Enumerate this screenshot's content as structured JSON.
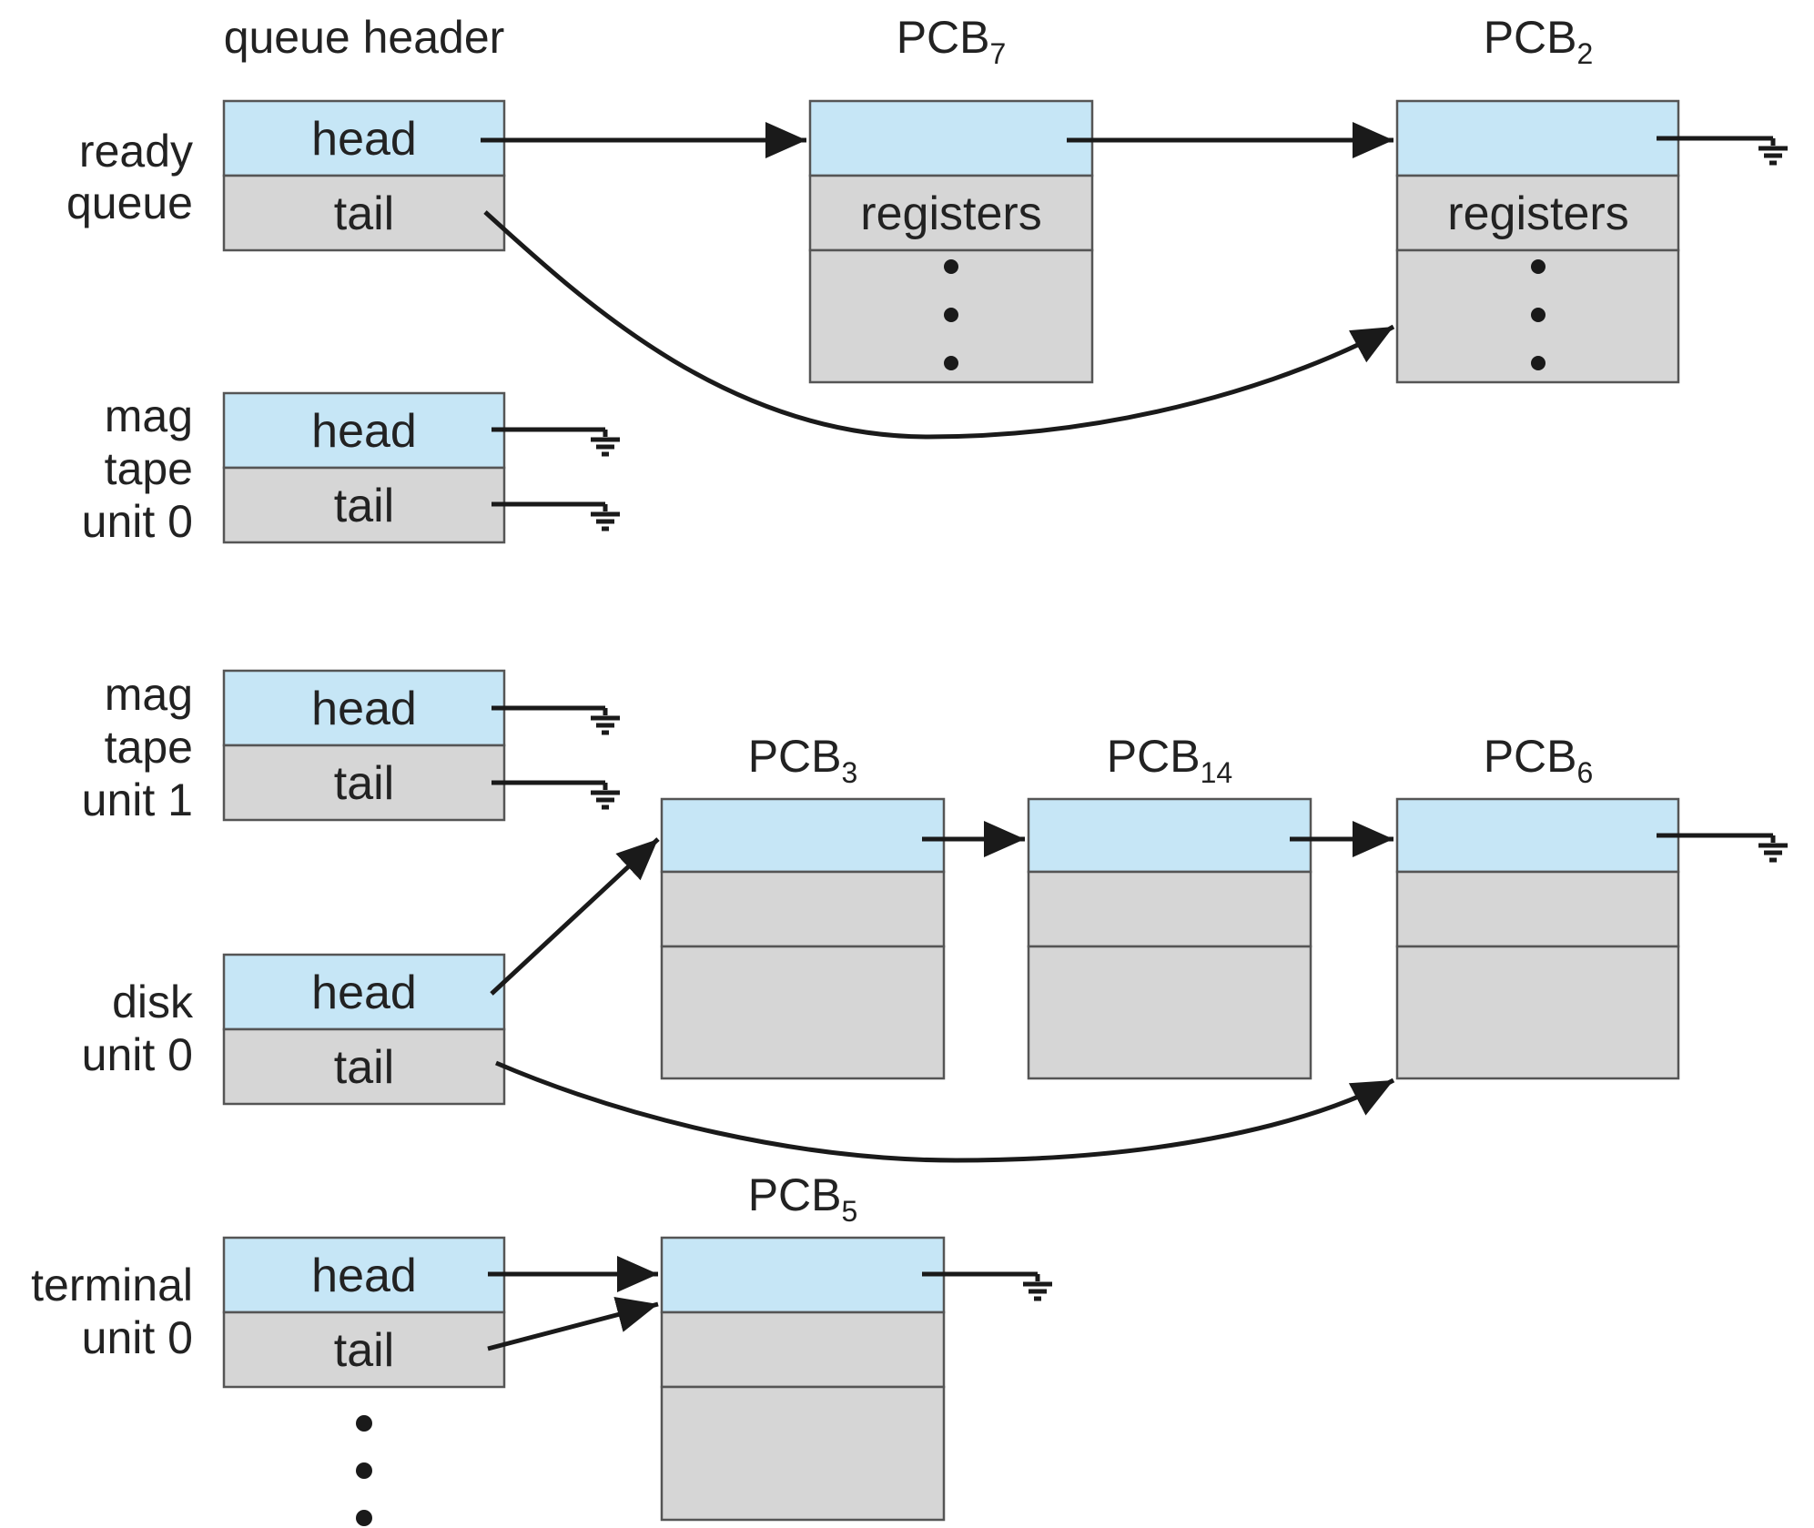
{
  "header": {
    "queue_header": "queue header"
  },
  "queues": {
    "ready": {
      "line1": "ready",
      "line2": "queue",
      "head": "head",
      "tail": "tail"
    },
    "tape0": {
      "line1": "mag",
      "line2": "tape",
      "line3": "unit 0",
      "head": "head",
      "tail": "tail"
    },
    "tape1": {
      "line1": "mag",
      "line2": "tape",
      "line3": "unit 1",
      "head": "head",
      "tail": "tail"
    },
    "disk0": {
      "line1": "disk",
      "line2": "unit 0",
      "head": "head",
      "tail": "tail"
    },
    "term0": {
      "line1": "terminal",
      "line2": "unit 0",
      "head": "head",
      "tail": "tail"
    }
  },
  "pcbs": {
    "pcb7": {
      "base": "PCB",
      "sub": "7",
      "registers": "registers"
    },
    "pcb2": {
      "base": "PCB",
      "sub": "2",
      "registers": "registers"
    },
    "pcb3": {
      "base": "PCB",
      "sub": "3"
    },
    "pcb14": {
      "base": "PCB",
      "sub": "14"
    },
    "pcb6": {
      "base": "PCB",
      "sub": "6"
    },
    "pcb5": {
      "base": "PCB",
      "sub": "5"
    }
  }
}
